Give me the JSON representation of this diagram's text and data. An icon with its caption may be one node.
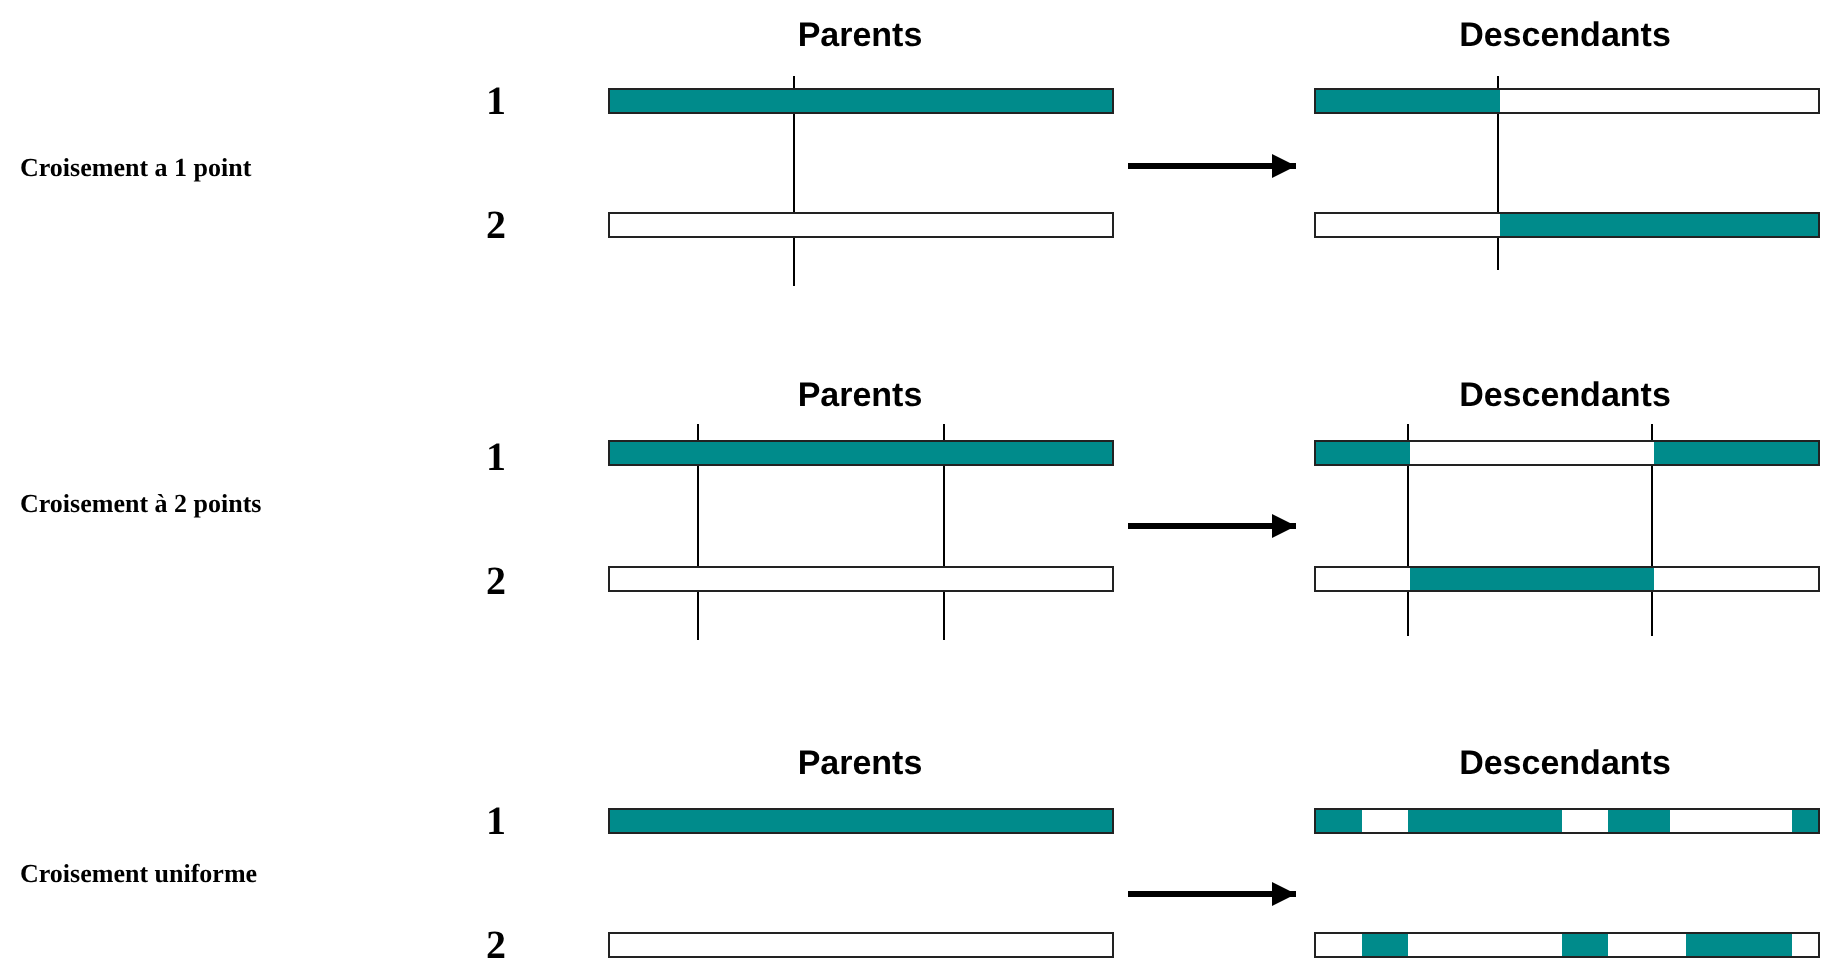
{
  "diagram": {
    "nodes": [
      {
        "text": [
          "Parents"
        ]
      },
      {
        "text": [],
        "shape": "bar",
        "in": 0
      },
      {
        "text": [],
        "shape": "bar",
        "in": 0
      },
      {
        "text": [
          "Descendants"
        ]
      },
      {
        "text": [],
        "shape": "bar",
        "in": 3
      },
      {
        "text": [],
        "shape": "bar",
        "in": 3
      },
      {
        "text": [
          "Parents"
        ]
      },
      {
        "text": [],
        "shape": "bar",
        "in": 6
      },
      {
        "text": [],
        "shape": "bar",
        "in": 6
      },
      {
        "text": [
          "Descendants"
        ]
      },
      {
        "text": [],
        "shape": "bar",
        "in": 9
      },
      {
        "text": [],
        "shape": "bar",
        "in": 9
      },
      {
        "text": [
          "Parents"
        ]
      },
      {
        "text": [],
        "shape": "bar",
        "in": 12
      },
      {
        "text": [],
        "shape": "bar",
        "in": 12
      },
      {
        "text": [
          "Descendants"
        ]
      },
      {
        "text": [],
        "shape": "bar",
        "in": 15
      },
      {
        "text": [],
        "shape": "bar",
        "in": 15
      }
    ],
    "edges": [
      {
        "from": 0,
        "to": 3,
        "arrow": "to"
      },
      {
        "from": 6,
        "to": 9,
        "arrow": "to"
      },
      {
        "from": 12,
        "to": 15,
        "arrow": "to"
      }
    ],
    "labels": [
      "1",
      "Croisement a 1 point",
      "2",
      "1",
      "Croisement à 2 points",
      "2",
      "1",
      "Croisement uniforme",
      "2"
    ]
  }
}
